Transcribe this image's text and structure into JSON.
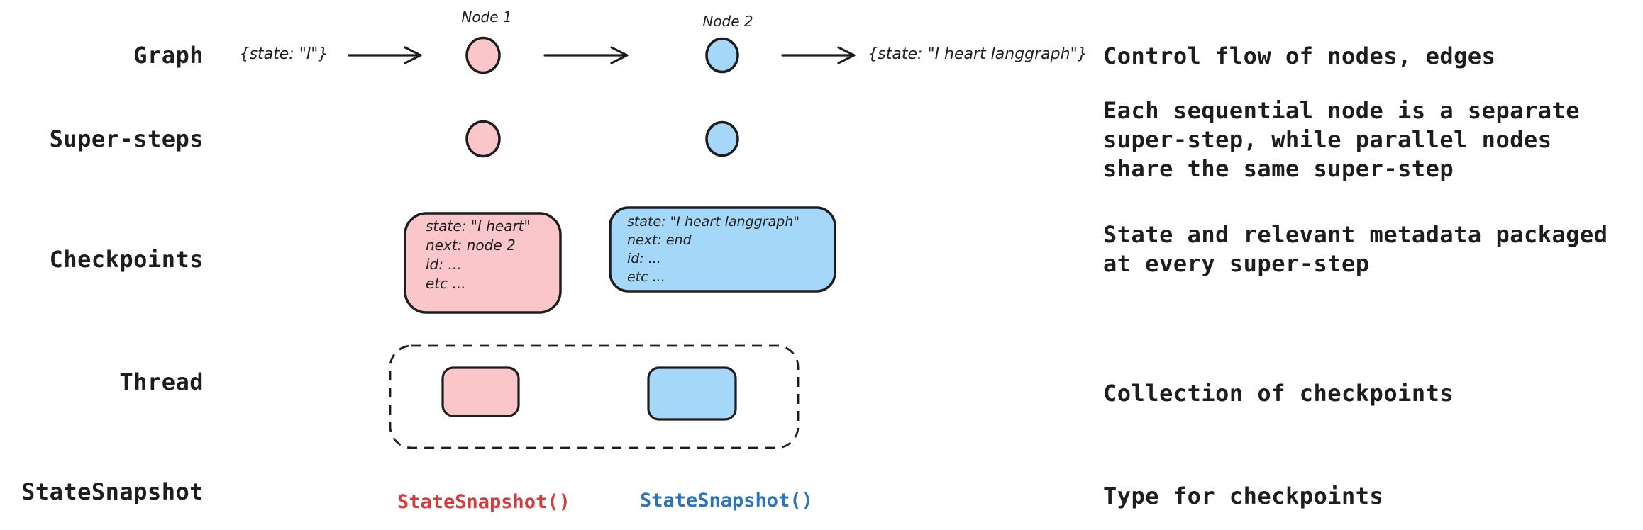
{
  "colors": {
    "ink": "#1d1d1d",
    "pink_fill": "#fac6c9",
    "blue_fill": "#a4d7f8",
    "red_code": "#d33c3c",
    "blue_code": "#2d73b8"
  },
  "rows": [
    {
      "label": "Graph",
      "desc_lines": [
        "Control flow of nodes, edges"
      ]
    },
    {
      "label": "Super-steps",
      "desc_lines": [
        "Each sequential node is a separate",
        "super-step, while parallel nodes",
        "share the same super-step"
      ]
    },
    {
      "label": "Checkpoints",
      "desc_lines": [
        "State and relevant metadata packaged",
        "at every super-step"
      ]
    },
    {
      "label": "Thread",
      "desc_lines": [
        "Collection of checkpoints"
      ]
    },
    {
      "label": "StateSnapshot",
      "desc_lines": [
        "Type for checkpoints"
      ]
    }
  ],
  "graph_flow": {
    "input_state": "{state: \"I\"}",
    "node1_label": "Node 1",
    "node2_label": "Node 2",
    "output_state": "{state: \"I heart langgraph\"}"
  },
  "checkpoint_pink": {
    "lines": [
      "state: \"I heart\"",
      "next: node 2",
      "id: ...",
      "etc ..."
    ]
  },
  "checkpoint_blue": {
    "lines": [
      "state: \"I heart langgraph\"",
      "next: end",
      "id: ...",
      "etc ..."
    ]
  },
  "snapshot_codes": {
    "pink": "StateSnapshot()",
    "blue": "StateSnapshot()"
  }
}
